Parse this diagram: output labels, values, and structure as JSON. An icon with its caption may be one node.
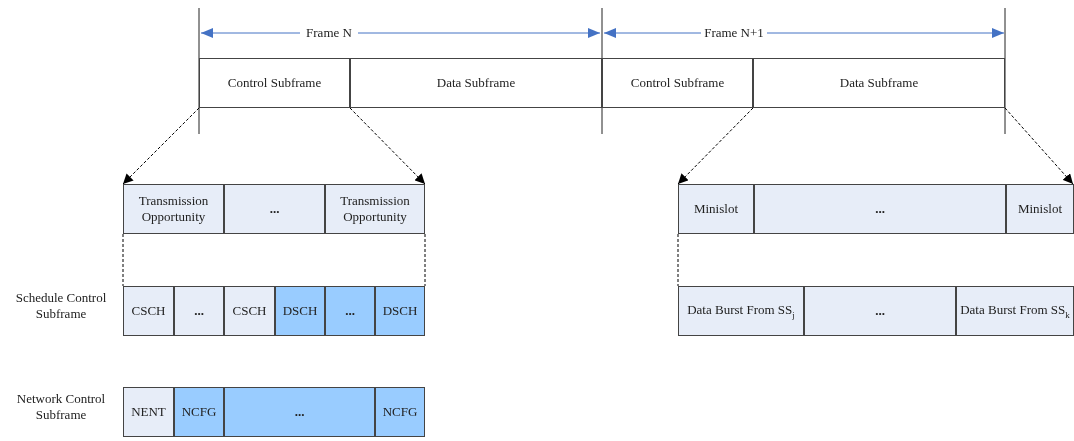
{
  "diagram": {
    "nodes": [
      {
        "text": [
          "Control Subframe"
        ]
      },
      {
        "text": [
          "Data Subframe"
        ]
      },
      {
        "text": [
          "Control Subframe"
        ]
      },
      {
        "text": [
          "Data Subframe"
        ]
      },
      {
        "text": [
          "Transmission Opportunity"
        ]
      },
      {
        "text": [
          "..."
        ]
      },
      {
        "text": [
          "Transmission Opportunity"
        ]
      },
      {
        "text": [
          "Minislot"
        ]
      },
      {
        "text": [
          "..."
        ]
      },
      {
        "text": [
          "Minislot"
        ]
      },
      {
        "text": [
          "CSCH"
        ]
      },
      {
        "text": [
          "..."
        ]
      },
      {
        "text": [
          "CSCH"
        ]
      },
      {
        "text": [
          "DSCH"
        ]
      },
      {
        "text": [
          "..."
        ]
      },
      {
        "text": [
          "DSCH"
        ]
      },
      {
        "text": [
          "Data Burst From SS$_{j}$"
        ]
      },
      {
        "text": [
          "..."
        ]
      },
      {
        "text": [
          "Data Burst From SS$_{k}$"
        ]
      },
      {
        "text": [
          "NENT"
        ]
      },
      {
        "text": [
          "NCFG"
        ]
      },
      {
        "text": [
          "..."
        ]
      },
      {
        "text": [
          "NCFG"
        ]
      }
    ],
    "edges": [
      {
        "from": 0,
        "to": 4,
        "arrow": "to",
        "style": "dashed"
      },
      {
        "from": 0,
        "to": 6,
        "arrow": "to",
        "style": "dashed"
      },
      {
        "from": 3,
        "to": 7,
        "arrow": "to",
        "style": "dashed"
      },
      {
        "from": 3,
        "to": 9,
        "arrow": "to",
        "style": "dashed"
      },
      {
        "from": 4,
        "to": 10,
        "arrow": "none",
        "style": "dashed"
      },
      {
        "from": 6,
        "to": 15,
        "arrow": "none",
        "style": "dashed"
      },
      {
        "from": 7,
        "to": 16,
        "arrow": "none",
        "style": "dashed"
      }
    ],
    "labels": [
      "Frame N",
      "Frame N+1",
      "Schedule Control Subframe",
      "Network Control Subframe"
    ]
  }
}
